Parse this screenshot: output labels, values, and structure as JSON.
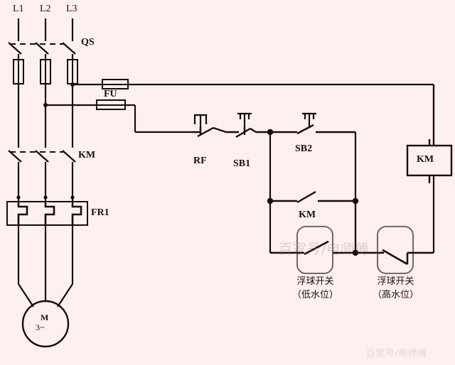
{
  "diagram": {
    "title": "Water pump motor float-switch control circuit",
    "background_color": "#fdf0ef",
    "line_color": "#150c0c",
    "phase_labels": [
      {
        "id": "L1",
        "text": "L1"
      },
      {
        "id": "L2",
        "text": "L2"
      },
      {
        "id": "L3",
        "text": "L3"
      }
    ],
    "components": {
      "qs": {
        "label": "QS",
        "type": "three-pole-knife-switch"
      },
      "fu": {
        "label": "FU",
        "type": "fuse-pair"
      },
      "km_main": {
        "label": "KM",
        "type": "three-pole-contactor-main-contacts"
      },
      "fr1": {
        "label": "FR1",
        "type": "thermal-overload-relay-heaters"
      },
      "motor": {
        "label_top": "M",
        "label_bottom": "3~",
        "type": "three-phase-motor"
      },
      "rf": {
        "label": "RF",
        "type": "thermal-relay-nc-contact"
      },
      "sb1": {
        "label": "SB1",
        "type": "stop-pushbutton-nc"
      },
      "sb2": {
        "label": "SB2",
        "type": "start-pushbutton-no"
      },
      "km_aux": {
        "label": "KM",
        "type": "contactor-holding-contact-no"
      },
      "km_coil": {
        "label": "KM",
        "type": "contactor-coil"
      },
      "float_low": {
        "label_line1": "浮球开关",
        "label_line2": "（低水位）",
        "type": "float-switch-no"
      },
      "float_high": {
        "label_line1": "浮球开关",
        "label_line2": "（高水位）",
        "type": "float-switch-nc"
      }
    },
    "watermarks": {
      "center": "百家号/电师傅",
      "corner": "百家号/电师傅"
    }
  }
}
